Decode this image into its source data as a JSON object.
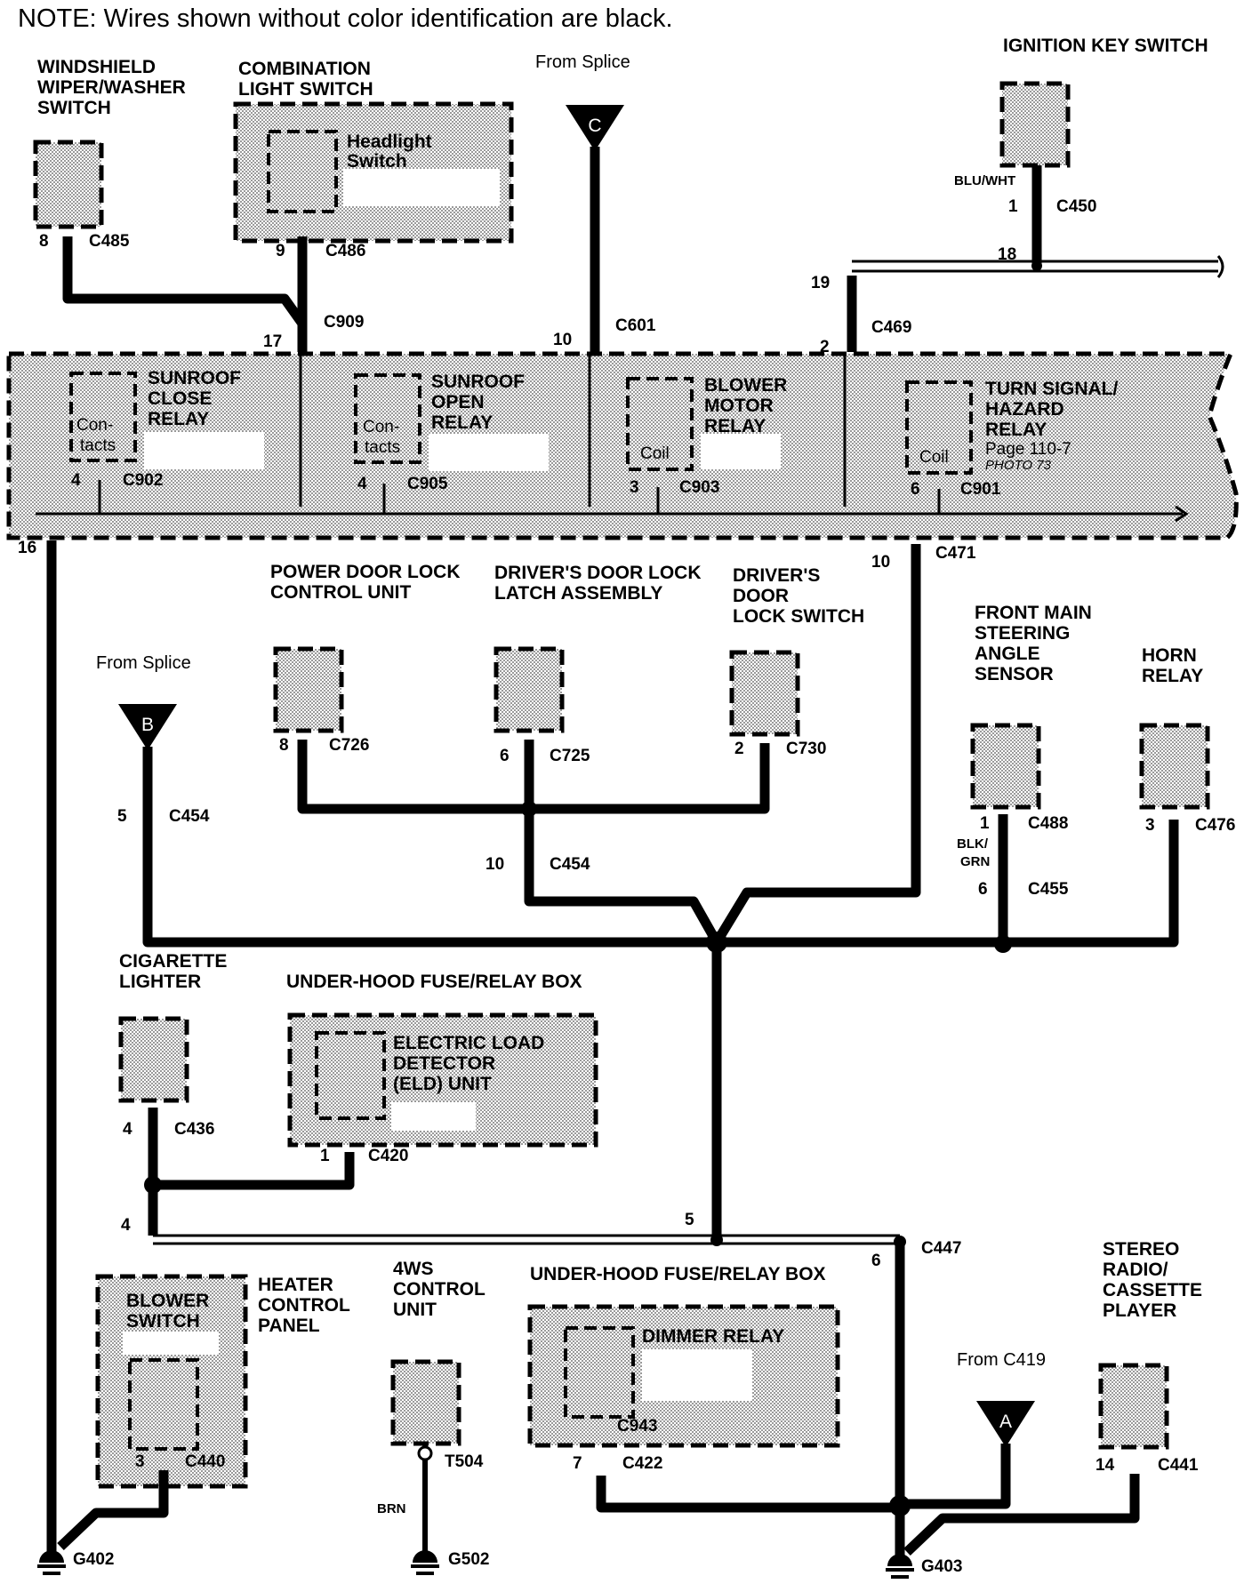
{
  "note": "NOTE: Wires shown without color identification are black.",
  "components": {
    "windshield_wiper": [
      "WINDSHIELD",
      "WIPER/WASHER",
      "SWITCH"
    ],
    "combination_light": [
      "COMBINATION",
      "LIGHT SWITCH"
    ],
    "headlight_switch": [
      "Headlight",
      "Switch"
    ],
    "ignition_key": "IGNITION KEY SWITCH",
    "sunroof_close": [
      "SUNROOF",
      "CLOSE",
      "RELAY"
    ],
    "sunroof_open": [
      "SUNROOF",
      "OPEN",
      "RELAY"
    ],
    "blower_motor": [
      "BLOWER",
      "MOTOR",
      "RELAY"
    ],
    "turn_signal": [
      "TURN SIGNAL/",
      "HAZARD",
      "RELAY",
      "Page 110-7",
      "PHOTO 73"
    ],
    "contacts": [
      "Con-",
      "tacts"
    ],
    "coil": "Coil",
    "power_door_lock": [
      "POWER DOOR LOCK",
      "CONTROL UNIT"
    ],
    "drivers_latch": [
      "DRIVER'S DOOR LOCK",
      "LATCH ASSEMBLY"
    ],
    "drivers_switch": [
      "DRIVER'S",
      "DOOR",
      "LOCK SWITCH"
    ],
    "steering_sensor": [
      "FRONT MAIN",
      "STEERING",
      "ANGLE",
      "SENSOR"
    ],
    "horn_relay": [
      "HORN",
      "RELAY"
    ],
    "cigarette_lighter": [
      "CIGARETTE",
      "LIGHTER"
    ],
    "fuse_box_1": "UNDER-HOOD FUSE/RELAY BOX",
    "eld": [
      "ELECTRIC LOAD",
      "DETECTOR",
      "(ELD) UNIT"
    ],
    "blower_switch": [
      "BLOWER",
      "SWITCH"
    ],
    "heater_panel": [
      "HEATER",
      "CONTROL",
      "PANEL"
    ],
    "ws4": [
      "4WS",
      "CONTROL",
      "UNIT"
    ],
    "fuse_box_2": "UNDER-HOOD FUSE/RELAY BOX",
    "dimmer_relay": "DIMMER RELAY",
    "stereo": [
      "STEREO",
      "RADIO/",
      "CASSETTE",
      "PLAYER"
    ]
  },
  "from_splice": "From Splice",
  "from_c419": "From C419",
  "splice_tags": {
    "a": "A",
    "b": "B",
    "c": "C"
  },
  "wire_colors": {
    "blu_wht": "BLU/WHT",
    "blk": "BLK/",
    "grn": "GRN",
    "brn": "BRN"
  },
  "connectors": {
    "c485": "C485",
    "c486": "C486",
    "c909": "C909",
    "c601": "C601",
    "c450": "C450",
    "c469": "C469",
    "c902": "C902",
    "c905": "C905",
    "c903": "C903",
    "c901": "C901",
    "c471": "C471",
    "c726": "C726",
    "c725": "C725",
    "c730": "C730",
    "c454a": "C454",
    "c454b": "C454",
    "c488": "C488",
    "c455": "C455",
    "c476": "C476",
    "c436": "C436",
    "c420": "C420",
    "c447": "C447",
    "c440": "C440",
    "t504": "T504",
    "c943": "C943",
    "c422": "C422",
    "c441": "C441",
    "g402": "G402",
    "g502": "G502",
    "g403": "G403"
  },
  "pins": {
    "p8a": "8",
    "p9": "9",
    "p17": "17",
    "p10a": "10",
    "p1a": "1",
    "p18": "18",
    "p19": "19",
    "p2": "2",
    "p4a": "4",
    "p4b": "4",
    "p3a": "3",
    "p6a": "6",
    "p16": "16",
    "p10b": "10",
    "p8b": "8",
    "p6b": "6",
    "p2b": "2",
    "p5a": "5",
    "p10c": "10",
    "p1b": "1",
    "p6c": "6",
    "p3b": "3",
    "p4c": "4",
    "p1c": "1",
    "p4d": "4",
    "p5b": "5",
    "p6d": "6",
    "p3c": "3",
    "p7": "7",
    "p14": "14"
  }
}
